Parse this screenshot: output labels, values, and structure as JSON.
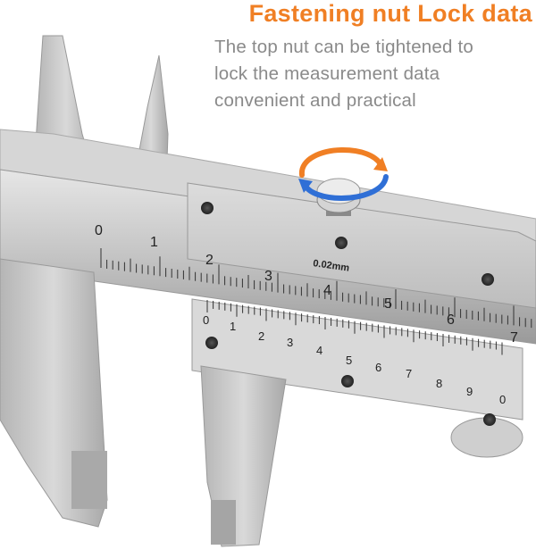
{
  "headline": "Fastening nut Lock data",
  "description": [
    "The top nut can be tightened to",
    "lock the measurement data",
    "convenient and practical"
  ],
  "caliper": {
    "main_scale_labels": [
      "0",
      "1",
      "2",
      "3",
      "4",
      "5",
      "6",
      "7"
    ],
    "vernier_labels": [
      "0",
      "1",
      "2",
      "3",
      "4",
      "5",
      "6",
      "7",
      "8",
      "9",
      "0"
    ],
    "resolution_label": "0.02mm",
    "icon": "rotate-arrows-icon"
  },
  "colors": {
    "headline": "#f07f24",
    "description": "#8a8a8a",
    "arrow_orange": "#f07f24",
    "arrow_blue": "#2f6fd6",
    "steel": "#c9c9c9"
  }
}
